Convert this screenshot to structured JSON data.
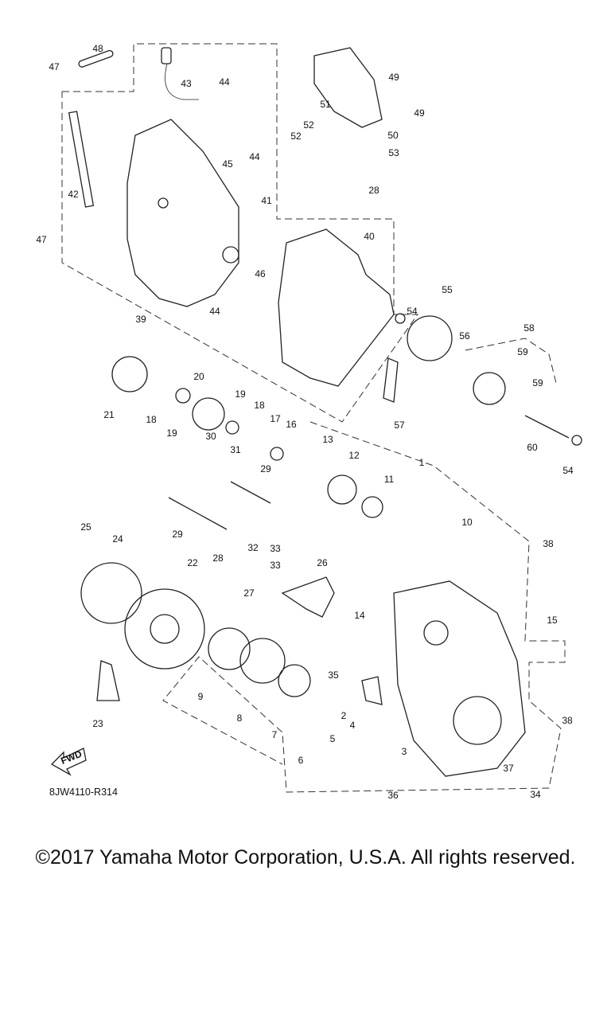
{
  "diagram": {
    "part_labels": [
      "47",
      "48",
      "43",
      "44",
      "49",
      "51",
      "52",
      "52",
      "50",
      "53",
      "49",
      "28",
      "44",
      "45",
      "41",
      "42",
      "47",
      "40",
      "46",
      "39",
      "44",
      "54",
      "55",
      "56",
      "58",
      "59",
      "59",
      "57",
      "60",
      "54",
      "21",
      "18",
      "19",
      "20",
      "19",
      "18",
      "17",
      "16",
      "13",
      "12",
      "11",
      "1",
      "30",
      "31",
      "29",
      "29",
      "28",
      "25",
      "24",
      "22",
      "10",
      "38",
      "32",
      "33",
      "33",
      "26",
      "27",
      "14",
      "15",
      "35",
      "9",
      "8",
      "7",
      "2",
      "4",
      "5",
      "3",
      "38",
      "6",
      "37",
      "36",
      "34",
      "23"
    ],
    "fwd_label": "FWD",
    "diagram_code": "8JW4110-R314"
  },
  "footer": {
    "copyright": "©2017 Yamaha Motor Corporation, U.S.A. All rights reserved."
  }
}
